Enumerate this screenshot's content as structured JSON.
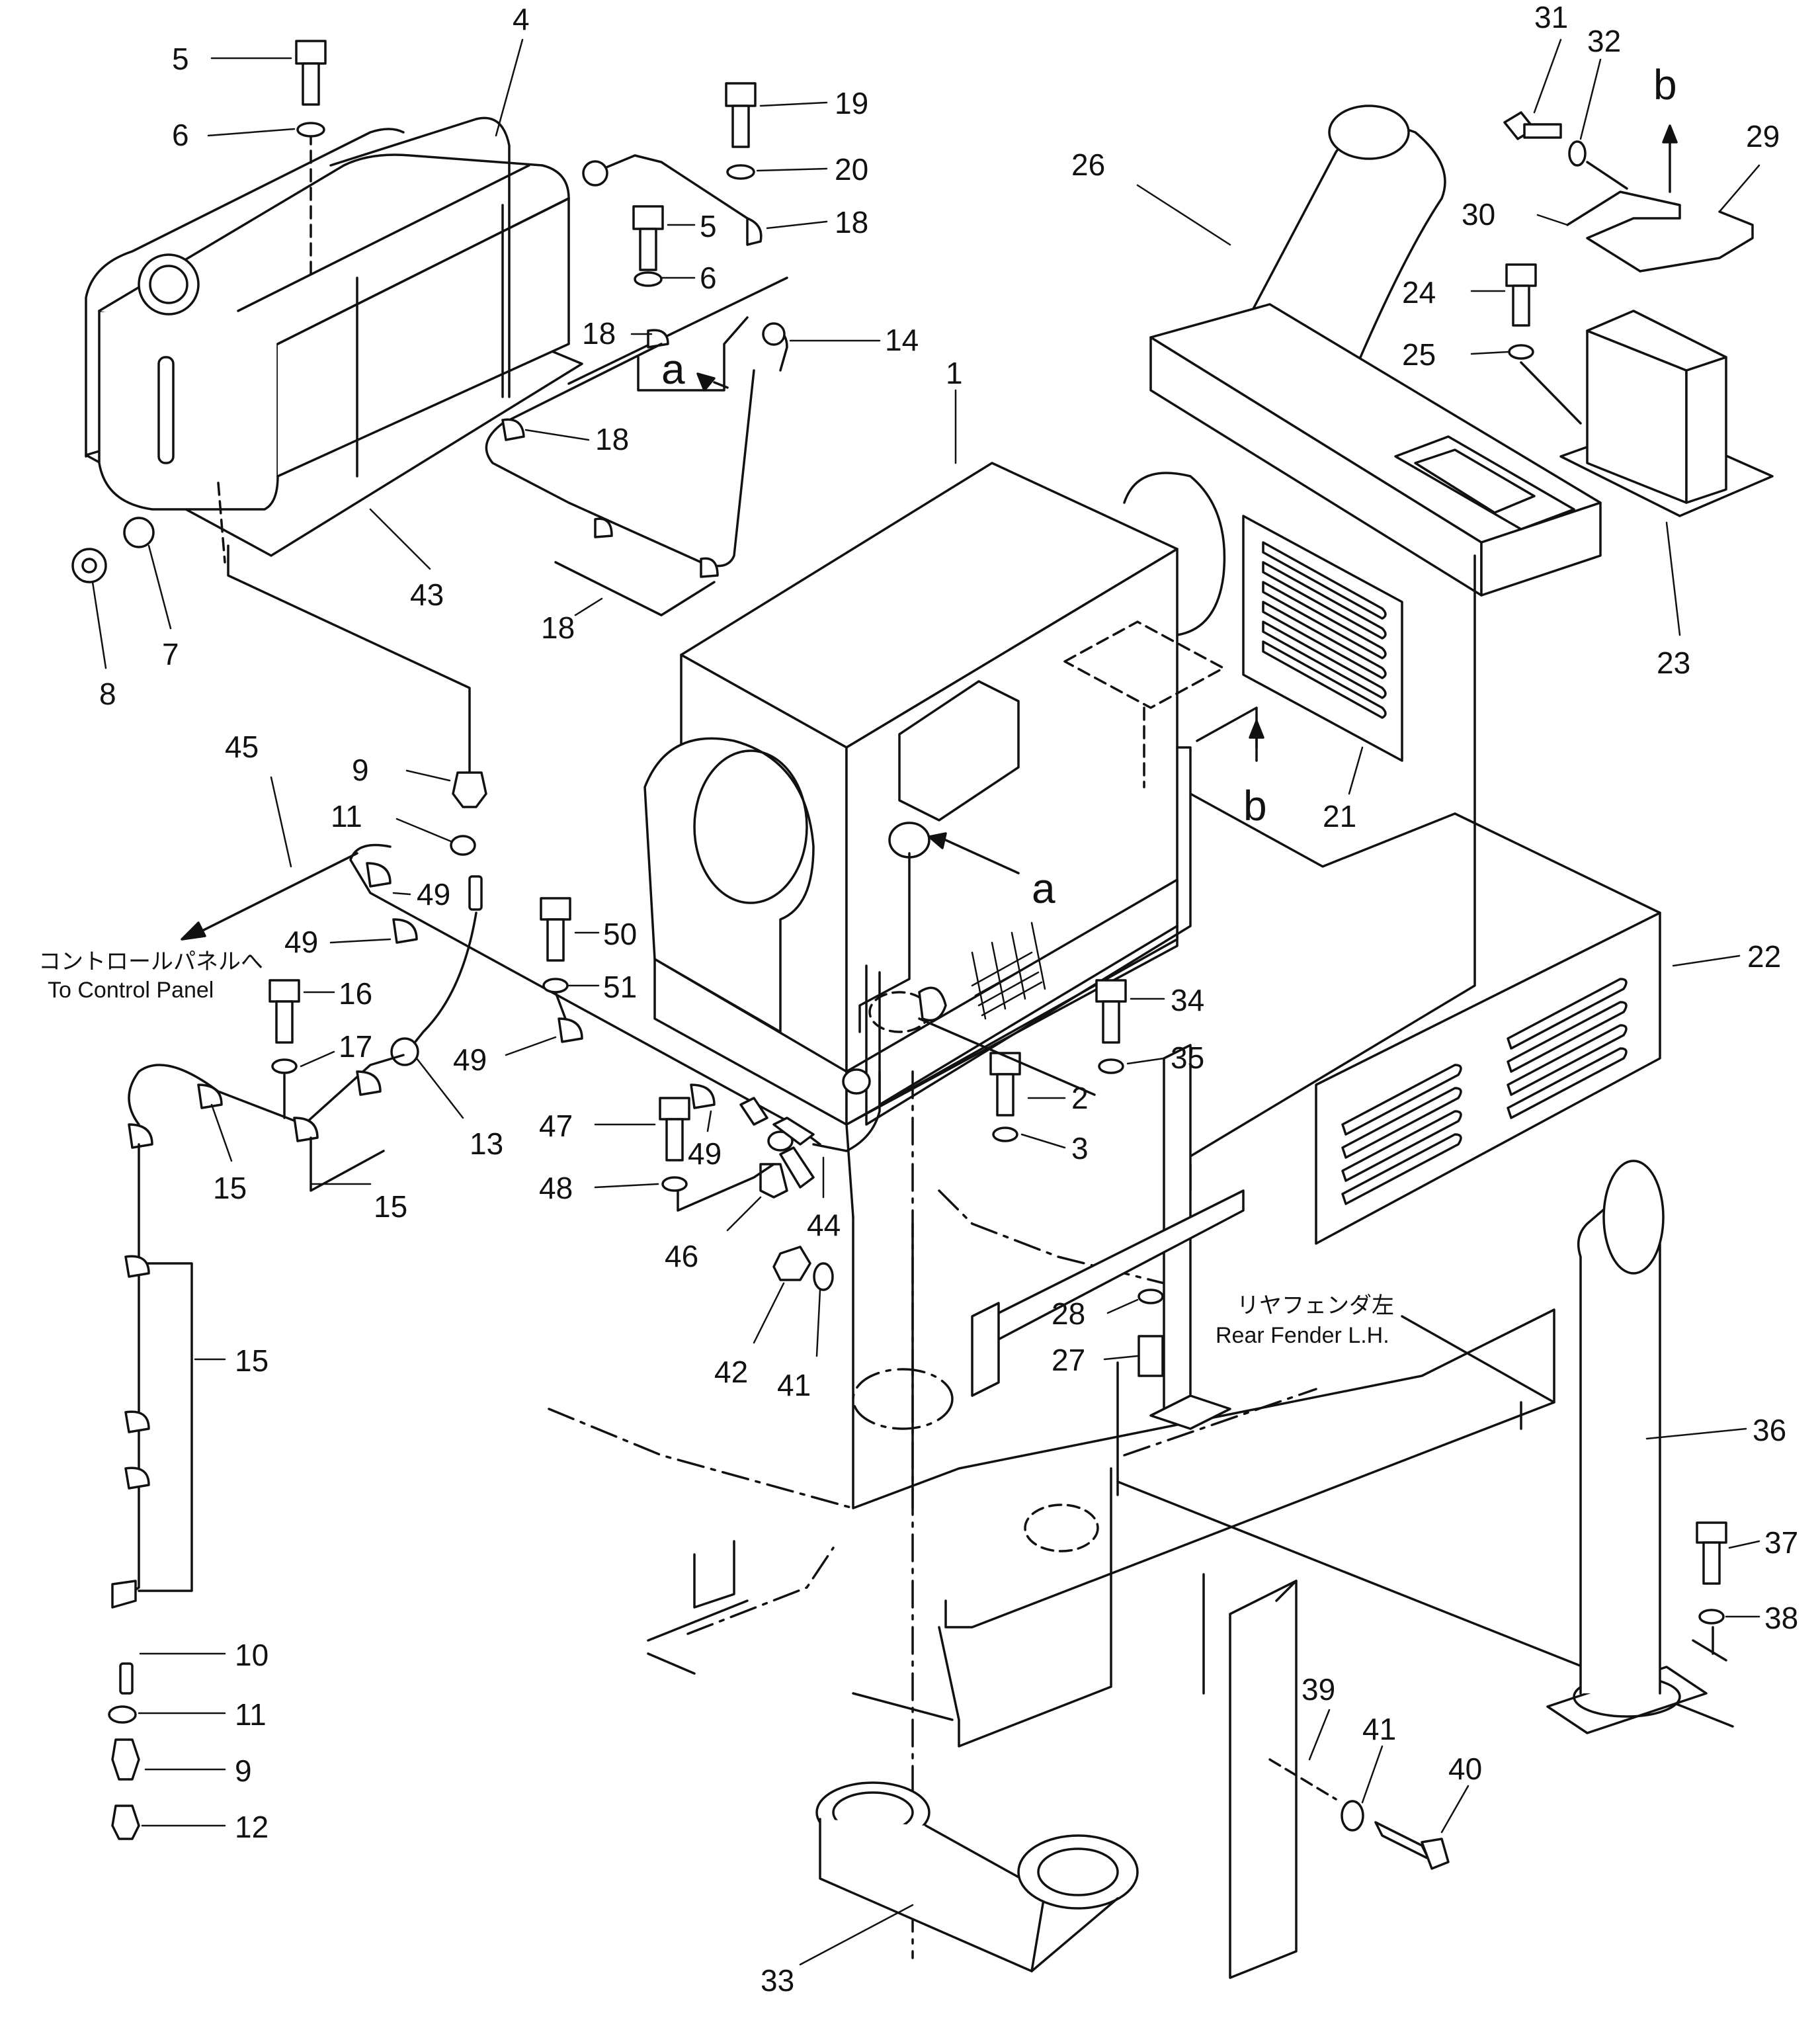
{
  "labels": {
    "l1": "1",
    "l2": "2",
    "l3": "3",
    "l4": "4",
    "l5a": "5",
    "l5b": "5",
    "l6a": "6",
    "l6b": "6",
    "l7": "7",
    "l8": "8",
    "l9a": "9",
    "l9b": "9",
    "l10": "10",
    "l11a": "11",
    "l11b": "11",
    "l12": "12",
    "l13": "13",
    "l14": "14",
    "l15a": "15",
    "l15b": "15",
    "l15c": "15",
    "l16": "16",
    "l17": "17",
    "l18a": "18",
    "l18b": "18",
    "l18c": "18",
    "l18d": "18",
    "l19": "19",
    "l20": "20",
    "l21": "21",
    "l22": "22",
    "l23": "23",
    "l24": "24",
    "l25": "25",
    "l26": "26",
    "l27": "27",
    "l28": "28",
    "l29": "29",
    "l30": "30",
    "l31": "31",
    "l32": "32",
    "l33": "33",
    "l34": "34",
    "l35": "35",
    "l36": "36",
    "l37": "37",
    "l38": "38",
    "l39": "39",
    "l40": "40",
    "l41a": "41",
    "l41b": "41",
    "l42": "42",
    "l43": "43",
    "l44": "44",
    "l45": "45",
    "l46": "46",
    "l47": "47",
    "l48": "48",
    "l49a": "49",
    "l49b": "49",
    "l49c": "49",
    "l49d": "49",
    "l50": "50",
    "l51": "51",
    "ref_a1": "a",
    "ref_a2": "a",
    "ref_b1": "b",
    "ref_b2": "b"
  },
  "notes": {
    "control_panel_jp": "コントロールパネルへ",
    "control_panel_en": "To Control Panel",
    "rear_fender_jp": "リヤフェンダ左",
    "rear_fender_en": "Rear Fender L.H."
  }
}
